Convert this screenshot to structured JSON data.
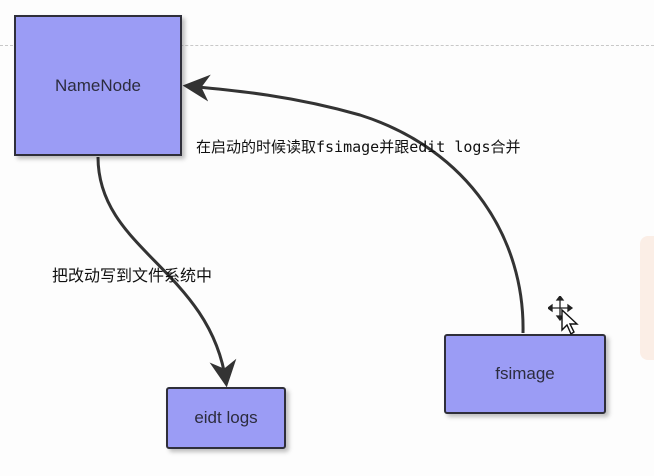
{
  "diagram": {
    "nodes": {
      "namenode": {
        "label": "NameNode"
      },
      "eidt_logs": {
        "label": "eidt logs"
      },
      "fsimage": {
        "label": "fsimage"
      }
    },
    "edges": {
      "fsimage_to_namenode": {
        "label": "在启动的时候读取fsimage并跟edit logs合并"
      },
      "namenode_to_eidt_logs": {
        "label": "把改动写到文件系统中"
      }
    }
  },
  "colors": {
    "node_fill": "#9b9cf5",
    "node_border": "#2f2f3a",
    "edge": "#333333"
  },
  "icons": [
    "move-cursor-icon"
  ]
}
